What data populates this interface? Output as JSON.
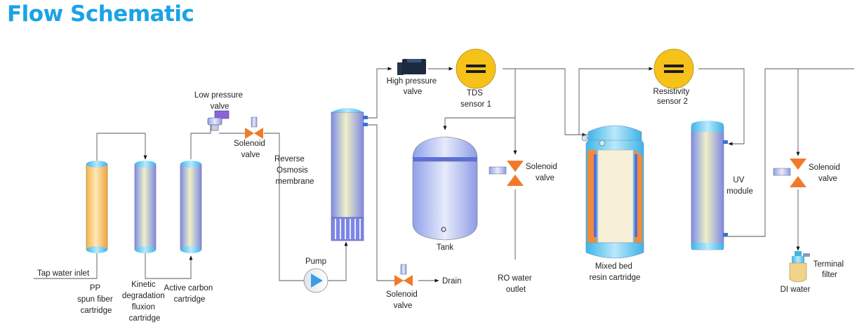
{
  "title": "Flow Schematic",
  "labels": {
    "tap_inlet": "Tap water inlet",
    "pp": [
      "PP",
      "spun fiber",
      "cartridge"
    ],
    "kinetic": [
      "Kinetic",
      "degradation",
      "fluxion",
      "cartridge"
    ],
    "active_carbon": [
      "Active carbon",
      "cartridge"
    ],
    "low_pressure": [
      "Low pressure",
      "valve"
    ],
    "solenoid": [
      "Solenoid",
      "valve"
    ],
    "ro": [
      "Reverse",
      "Osmosis",
      "membrane"
    ],
    "pump": "Pump",
    "drain": "Drain",
    "high_pressure": [
      "High pressure",
      "valve"
    ],
    "tds": [
      "TDS",
      "sensor 1"
    ],
    "tank": "Tank",
    "ro_outlet": [
      "RO water",
      "outlet"
    ],
    "mixed_bed": [
      "Mixed bed",
      "resin cartridge"
    ],
    "resistivity": [
      "Resistivity",
      "sensor 2"
    ],
    "uv": [
      "UV",
      "module"
    ],
    "terminal": [
      "Terminal",
      "filter"
    ],
    "di_water": "DI water"
  },
  "colors": {
    "title": "#1aa3e6",
    "valve_orange": "#f07a2a",
    "sensor_yellow": "#f6c21a",
    "resin_orange": "#f08a3c"
  }
}
